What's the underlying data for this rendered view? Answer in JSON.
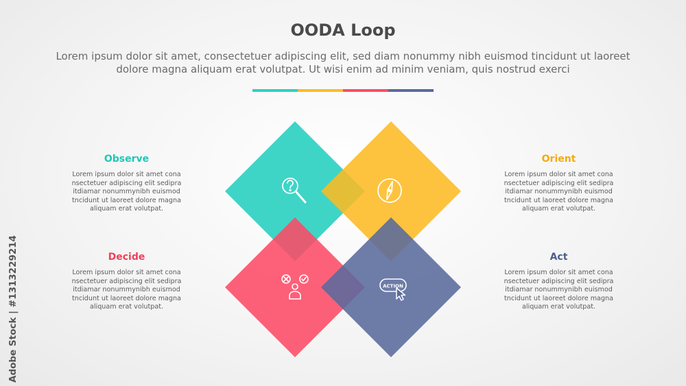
{
  "header": {
    "title": "OODA Loop",
    "subtitle": "Lorem ipsum dolor sit amet, consectetuer adipiscing elit, sed diam nonummy nibh euismod tincidunt ut laoreet dolore magna aliquam erat volutpat. Ut wisi enim ad minim veniam, quis nostrud exerci"
  },
  "colors": {
    "observe": "#2ed1c2",
    "orient": "#fdbb23",
    "decide": "#fd4b66",
    "act": "#5a6a9c",
    "title_text": "#4a4a4a",
    "body_text": "#5c5c5c"
  },
  "steps": [
    {
      "label": "Observe",
      "color": "#1fc7b6",
      "icon": "magnifier-question-icon",
      "text": "Lorem ipsum dolor sit amet cona nsectetuer adipiscing elit sedipra itdiamar nonummynibh euismod tncidunt ut laoreet dolore magna aliquam erat volutpat."
    },
    {
      "label": "Orient",
      "color": "#f5aa0c",
      "icon": "compass-icon",
      "text": "Lorem ipsum dolor sit amet cona nsectetuer adipiscing elit sedipra itdiamar nonummynibh euismod tncidunt ut laoreet dolore magna aliquam erat volutpat."
    },
    {
      "label": "Decide",
      "color": "#f0405a",
      "icon": "decision-person-icon",
      "text": "Lorem ipsum dolor sit amet cona nsectetuer adipiscing elit sedipra itdiamar nonummynibh euismod tncidunt ut laoreet dolore magna aliquam erat volutpat."
    },
    {
      "label": "Act",
      "color": "#4e5c8c",
      "icon": "action-button-cursor-icon",
      "text": "Lorem ipsum dolor sit amet cona nsectetuer adipiscing elit sedipra itdiamar nonummynibh euismod tncidunt ut laoreet dolore magna aliquam erat volutpat."
    }
  ],
  "icon_text": {
    "action": "ACTION"
  },
  "watermark": {
    "text": "Adobe Stock | #1313229214"
  }
}
